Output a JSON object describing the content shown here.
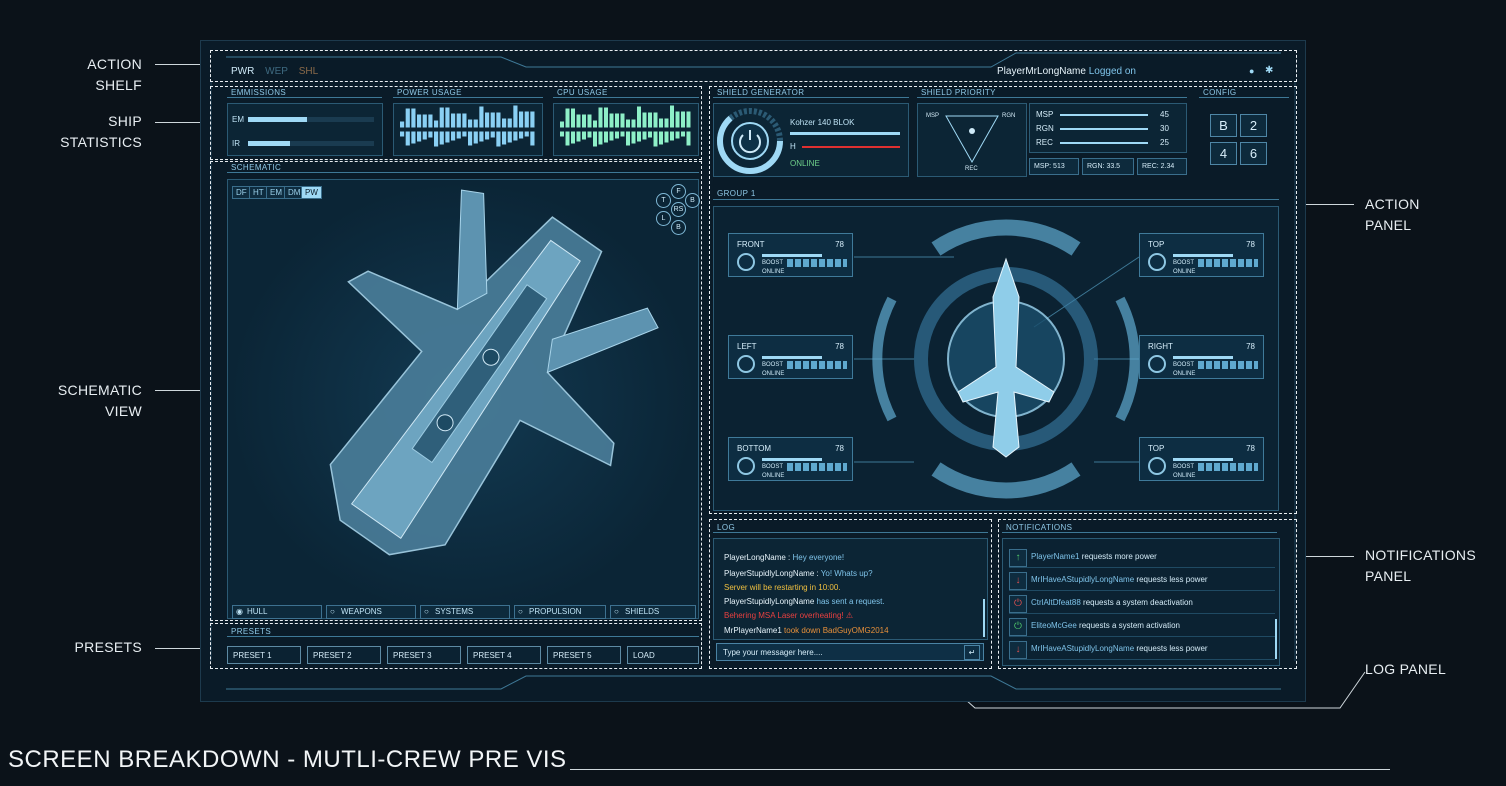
{
  "callouts": {
    "action_shelf": [
      "ACTION",
      "SHELF"
    ],
    "ship_statistics": [
      "SHIP",
      "STATISTICS"
    ],
    "schematic_view": [
      "SCHEMATIC",
      "VIEW"
    ],
    "presets": "PRESETS",
    "action_panel": [
      "ACTION",
      "PANEL"
    ],
    "notifications_panel": [
      "NOTIFICATIONS",
      "PANEL"
    ],
    "log_panel": "LOG PANEL"
  },
  "footer_title": "SCREEN BREAKDOWN - MUTLI-CREW PRE VIS",
  "shelf": {
    "tabs": [
      {
        "label": "PWR",
        "color": "#cfeaf8"
      },
      {
        "label": "WEP",
        "color": "#3e6a80"
      },
      {
        "label": "SHL",
        "color": "#8a6a4a"
      }
    ],
    "user": "PlayerMrLongName",
    "status": "Logged on"
  },
  "stats": {
    "emissions": {
      "title": "EMMISSIONS",
      "rows": [
        {
          "label": "EM",
          "level": 0.47
        },
        {
          "label": "IR",
          "level": 0.33
        }
      ]
    },
    "power": {
      "title": "POWER USAGE"
    },
    "cpu": {
      "title": "CPU USAGE"
    }
  },
  "schematic": {
    "title": "SCHEMATIC",
    "modes": [
      "DF",
      "HT",
      "EM",
      "DM",
      "PW"
    ],
    "active_mode": "PW",
    "hex": [
      "F",
      "T",
      "B",
      "RS",
      "L",
      "B"
    ],
    "systems": [
      "HULL",
      "WEAPONS",
      "SYSTEMS",
      "PROPULSION",
      "SHIELDS"
    ]
  },
  "presets": {
    "title": "PRESETS",
    "buttons": [
      "PRESET 1",
      "PRESET 2",
      "PRESET 3",
      "PRESET 4",
      "PRESET 5",
      "LOAD"
    ]
  },
  "shield_gen": {
    "title": "SHIELD GENERATOR",
    "model": "Kohzer 140 BLOK",
    "h_label": "H",
    "status": "ONLINE"
  },
  "shield_priority": {
    "title": "SHIELD PRIORITY",
    "vertices": [
      "MSP",
      "RGN",
      "REC"
    ],
    "sliders": [
      {
        "label": "MSP",
        "value": "45",
        "level": 0.6
      },
      {
        "label": "RGN",
        "value": "30",
        "level": 0.5
      },
      {
        "label": "REC",
        "value": "25",
        "level": 0.45
      }
    ],
    "stats": [
      "MSP: 513",
      "RGN: 33.5",
      "REC: 2.34"
    ]
  },
  "config": {
    "title": "CONFIG",
    "buttons": [
      "B",
      "2",
      "4",
      "6"
    ]
  },
  "group": {
    "title": "GROUP 1",
    "boost_label": "BOOST",
    "online_label": "ONLINE",
    "directions": [
      {
        "name": "FRONT",
        "value": "78"
      },
      {
        "name": "TOP",
        "value": "78"
      },
      {
        "name": "LEFT",
        "value": "78"
      },
      {
        "name": "RIGHT",
        "value": "78"
      },
      {
        "name": "BOTTOM",
        "value": "78"
      },
      {
        "name": "TOP",
        "value": "78"
      }
    ]
  },
  "log": {
    "title": "LOG",
    "lines": [
      {
        "user": "PlayerLongName :",
        "msg": "Hey everyone!",
        "ucolor": "#e6f3fa",
        "mcolor": "#7fc4ea"
      },
      {
        "user": "PlayerStupidlyLongName :",
        "msg": "Yo! Whats up?",
        "ucolor": "#e6f3fa",
        "mcolor": "#7fc4ea"
      },
      {
        "user": "Server will be restarting in 10:00.",
        "msg": "",
        "ucolor": "#f0c040",
        "mcolor": "#f0c040"
      },
      {
        "user": "PlayerStupidlyLongName",
        "msg": "has sent a request.",
        "ucolor": "#e6f3fa",
        "mcolor": "#7fc4ea"
      },
      {
        "user": "Behering MSA Laser overheating!",
        "msg": "⚠",
        "ucolor": "#e84040",
        "mcolor": "#e84040"
      },
      {
        "user": "MrPlayerName1",
        "msg": "took down BadGuyOMG2014",
        "ucolor": "#e6f3fa",
        "mcolor": "#e8903a"
      }
    ],
    "placeholder": "Type your messager here...."
  },
  "notifications": {
    "title": "NOTIFICATIONS",
    "items": [
      {
        "icon": "↑",
        "icon_color": "#4fc86a",
        "user": "PlayerName1",
        "text": "requests more power"
      },
      {
        "icon": "↓",
        "icon_color": "#e05050",
        "user": "MrIHaveAStupidlyLongName",
        "text": "requests less power"
      },
      {
        "icon": "⏻",
        "icon_color": "#e05050",
        "user": "CtrlAltDfeat88",
        "text": "requests a system deactivation"
      },
      {
        "icon": "⏻",
        "icon_color": "#4fc86a",
        "user": "EliteoMcGee",
        "text": "requests a system activation"
      },
      {
        "icon": "↓",
        "icon_color": "#e05050",
        "user": "MrIHaveAStupidlyLongName",
        "text": "requests less power"
      }
    ]
  },
  "colors": {
    "accent": "#9fd9f5",
    "power_bars": "#8ad0f4",
    "cpu_bars": "#8ef0c8",
    "alert_red": "#e84040",
    "warn_yellow": "#f0c040"
  }
}
